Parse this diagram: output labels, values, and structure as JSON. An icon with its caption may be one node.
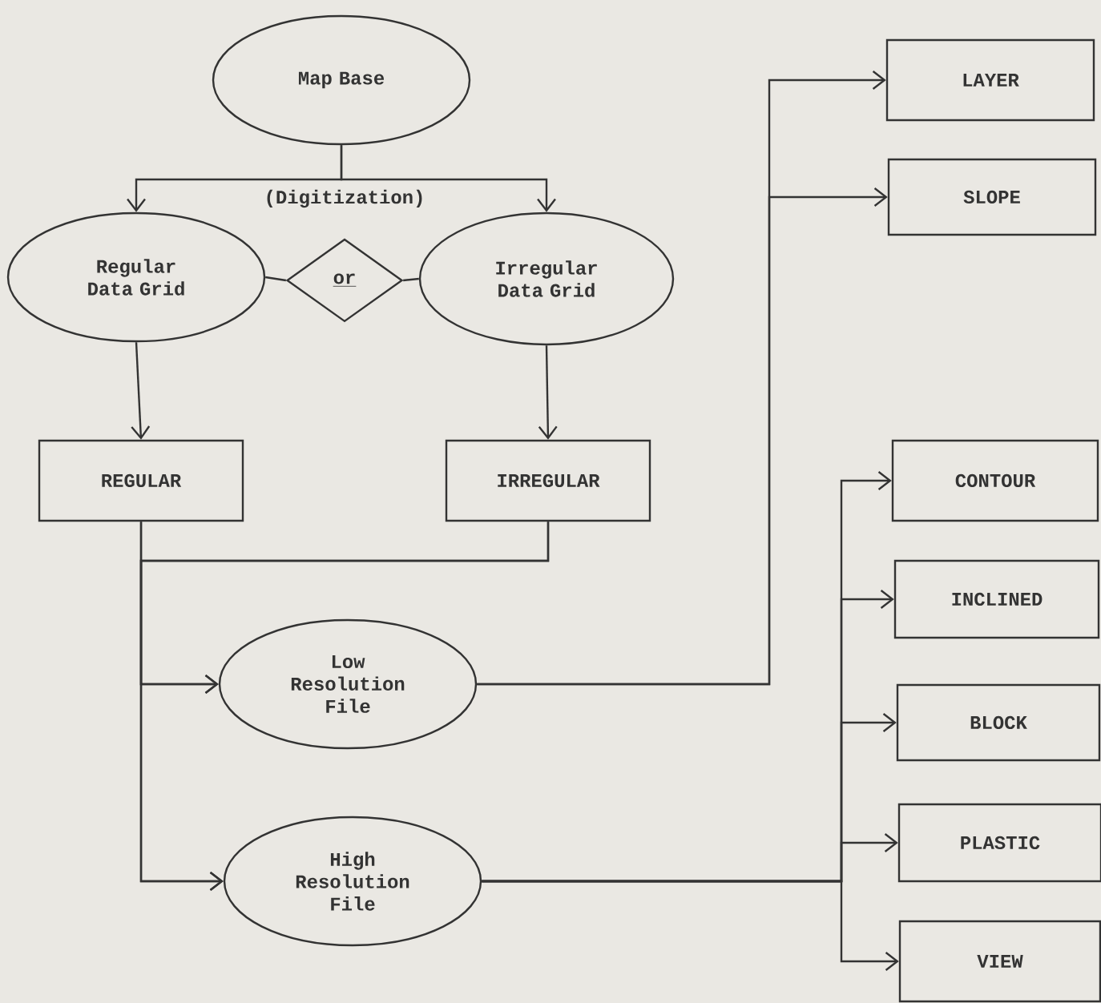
{
  "diagram": {
    "nodes": [
      {
        "text": [
          "Map Base"
        ]
      },
      {
        "text": [
          "Regular Data Grid"
        ]
      },
      {
        "text": [
          "or"
        ]
      },
      {
        "text": [
          "Irregular Data Grid"
        ]
      },
      {
        "text": [
          "REGULAR"
        ]
      },
      {
        "text": [
          "IRREGULAR"
        ]
      },
      {
        "text": [
          "Low Resolution File"
        ]
      },
      {
        "text": [
          "High Resolution File"
        ]
      },
      {
        "text": [
          "LAYER"
        ]
      },
      {
        "text": [
          "SLOPE"
        ]
      },
      {
        "text": [
          "CONTOUR"
        ]
      },
      {
        "text": [
          "INCLINED"
        ]
      },
      {
        "text": [
          "BLOCK"
        ]
      },
      {
        "text": [
          "PLASTIC"
        ]
      },
      {
        "text": [
          "VIEW"
        ]
      }
    ],
    "edges": [
      {
        "from": 0,
        "to": 1,
        "arrow": "to",
        "label": "(Digitization)"
      },
      {
        "from": 0,
        "to": 3,
        "arrow": "to"
      },
      {
        "from": 1,
        "to": 2,
        "arrow": "none"
      },
      {
        "from": 2,
        "to": 3,
        "arrow": "none"
      },
      {
        "from": 1,
        "to": 4,
        "arrow": "to"
      },
      {
        "from": 3,
        "to": 5,
        "arrow": "to"
      },
      {
        "from": 4,
        "to": 6,
        "arrow": "to"
      },
      {
        "from": 4,
        "to": 7,
        "arrow": "to"
      },
      {
        "from": 5,
        "to": 6,
        "arrow": "to"
      },
      {
        "from": 5,
        "to": 7,
        "arrow": "to"
      },
      {
        "from": 6,
        "to": 8,
        "arrow": "to"
      },
      {
        "from": 6,
        "to": 9,
        "arrow": "to"
      },
      {
        "from": 7,
        "to": 10,
        "arrow": "to"
      },
      {
        "from": 7,
        "to": 11,
        "arrow": "to"
      },
      {
        "from": 7,
        "to": 12,
        "arrow": "to"
      },
      {
        "from": 7,
        "to": 13,
        "arrow": "to"
      },
      {
        "from": 7,
        "to": 14,
        "arrow": "to"
      }
    ]
  }
}
